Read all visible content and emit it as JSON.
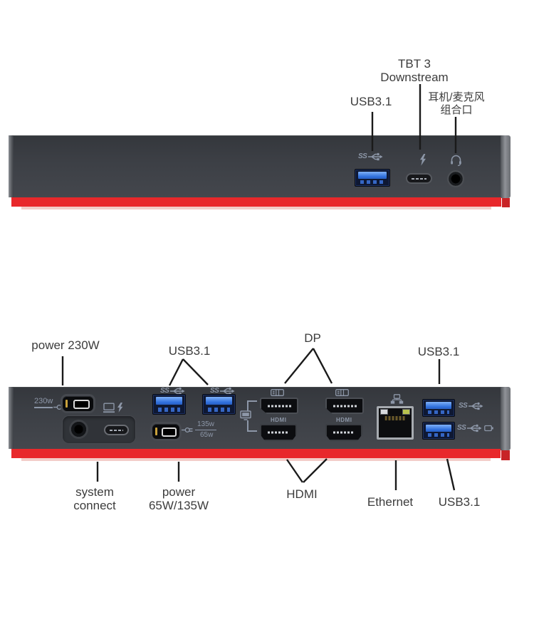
{
  "colors": {
    "background": "#ffffff",
    "dock_body": "#3d4045",
    "dock_bevel": "#85888d",
    "red_stripe": "#e8282b",
    "usb_blue": "#2f6fdd",
    "port_icon": "#8d97a8",
    "label_text": "#3c3c3c",
    "leader_line": "#1a1a1a"
  },
  "front": {
    "label_usb31": "USB3.1",
    "label_tbt_1": "TBT 3",
    "label_tbt_2": "Downstream",
    "label_headset_1": "耳机/麦克风",
    "label_headset_2": "组合口"
  },
  "rear": {
    "label_power230": "power 230W",
    "label_usb31_left": "USB3.1",
    "label_dp": "DP",
    "label_usb31_right": "USB3.1",
    "label_system_1": "system",
    "label_system_2": "connect",
    "label_power65_1": "power",
    "label_power65_2": "65W/135W",
    "label_hdmi": "HDMI",
    "label_ethernet": "Ethernet",
    "label_usb31_bottom": "USB3.1",
    "face_230w": "230w",
    "face_135w": "135w",
    "face_65w": "65w",
    "hdmi_port_label": "HDMI"
  },
  "icons": {
    "ss": "SS",
    "superspeed_usb": "ss-usb-trident",
    "superspeed_usb_charging": "ss-usb-trident-battery",
    "thunderbolt": "lightning-bolt",
    "headset": "headphones-with-mic",
    "displayport_logo": "dp-box",
    "network": "pc-network",
    "system_connect": "laptop-lightning",
    "power_plug": "plug",
    "display": "monitor"
  }
}
